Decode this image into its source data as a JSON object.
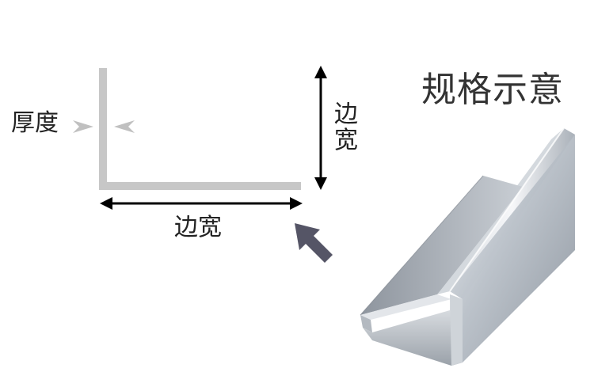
{
  "title": "规格示意",
  "labels": {
    "thickness": "厚度",
    "width_bottom": "边宽",
    "width_right_line1": "边",
    "width_right_line2": "宽"
  },
  "colors": {
    "profile": "#c7c7c7",
    "arrow": "#000000",
    "pointer": "#555566",
    "text": "#222222"
  },
  "icons": [
    "thickness-marker-icon",
    "dimension-arrow-icon",
    "pointer-arrow-icon"
  ]
}
